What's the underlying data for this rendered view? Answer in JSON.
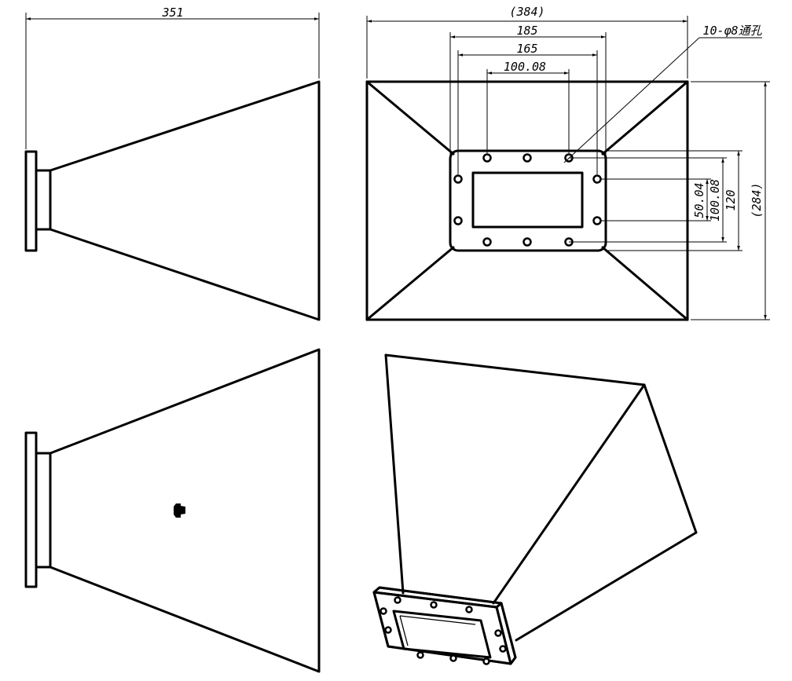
{
  "dimensions": {
    "side_length": "351",
    "overall_width": "(384)",
    "bolt_span_outer": "185",
    "bolt_span_inner": "165",
    "aperture_width": "100.08",
    "aperture_height": "50.04",
    "bolt_span_vertical": "100.08",
    "flange_height": "120",
    "overall_height": "(284)"
  },
  "annotations": {
    "hole_callout": "10-φ8通孔"
  }
}
